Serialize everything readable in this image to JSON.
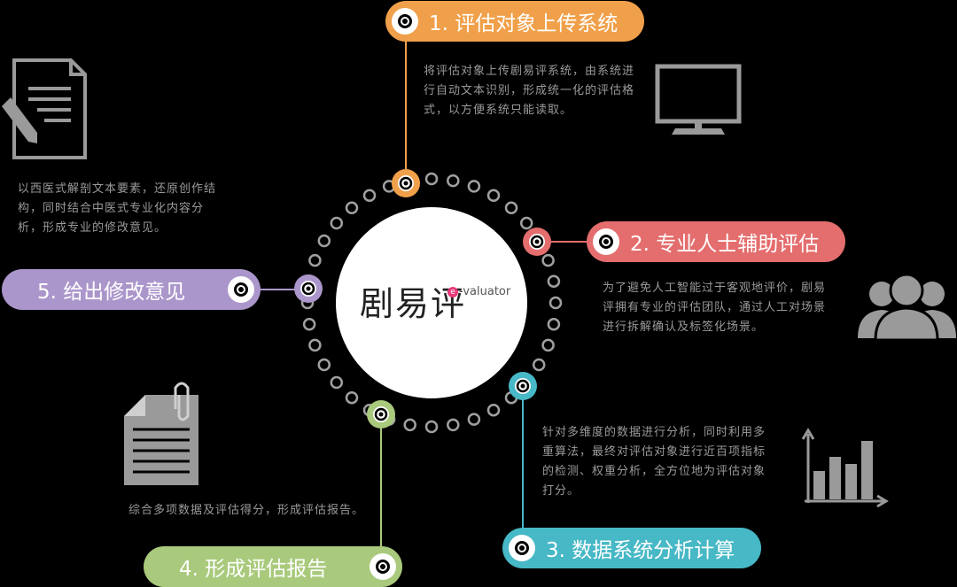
{
  "center": {
    "brand_name": "剧易评",
    "brand_mark": "e",
    "brand_suffix": "-valuator"
  },
  "steps": [
    {
      "label": "1. 评估对象上传系统",
      "description": "将评估对象上传剧易评系统，由系统进行自动文本识别，形成统一化的评估格式，以方便系统只能读取。",
      "color": "#f0a04a",
      "icon": "monitor-icon"
    },
    {
      "label": "2. 专业人士辅助评估",
      "description": "为了避免人工智能过于客观地评价，剧易评拥有专业的评估团队，通过人工对场景进行拆解确认及标签化场景。",
      "color": "#e46d6d",
      "icon": "team-icon"
    },
    {
      "label": "3. 数据系统分析计算",
      "description": "针对多维度的数据进行分析，同时利用多重算法，最终对评估对象进行近百项指标的检测、权重分析，全方位地为评估对象打分。",
      "color": "#47b8c6",
      "icon": "bar-chart-icon"
    },
    {
      "label": "4. 形成评估报告",
      "description": "综合多项数据及评估得分，形成评估报告。",
      "color": "#a9ca7c",
      "icon": "report-clip-icon"
    },
    {
      "label": "5. 给出修改意见",
      "description": "以西医式解剖文本要素，还原创作结构，同时结合中医式专业化内容分析，形成专业的修改意见。",
      "color": "#ab96cb",
      "icon": "document-pen-icon"
    }
  ]
}
